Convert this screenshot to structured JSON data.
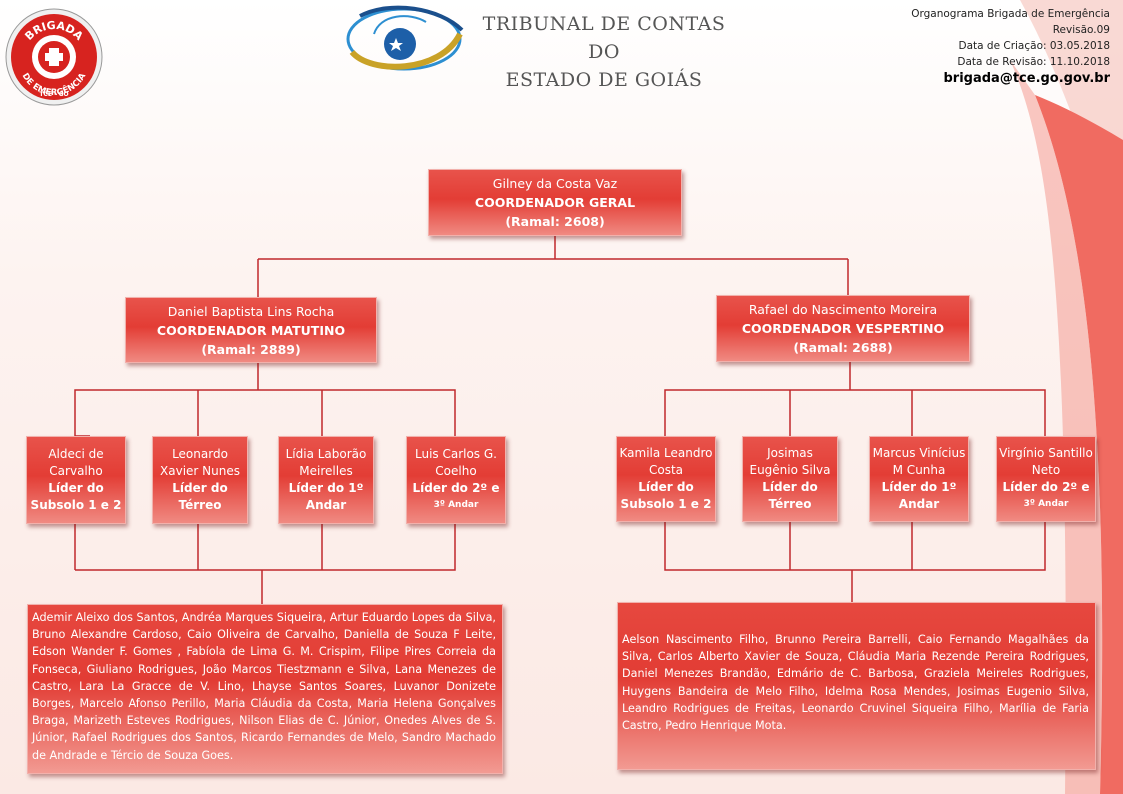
{
  "header": {
    "doc_title": "Organograma Brigada de Emergência",
    "revision": "Revisão.09",
    "created": "Data de Criação: 03.05.2018",
    "revised": "Data de Revisão: 11.10.2018",
    "email": "brigada@tce.go.gov.br"
  },
  "logo_brigada": {
    "top": "BRIGADA",
    "bottom": "DE EMERGÊNCIA",
    "mark": "TCE - GO"
  },
  "tribunal": {
    "line1": "TRIBUNAL DE CONTAS DO",
    "line2": "ESTADO DE GOIÁS"
  },
  "colors": {
    "box": "#e33d35",
    "line": "#c0282c",
    "accent_band": "#f06b61"
  },
  "general": {
    "name": "Gilney da Costa Vaz",
    "role": "COORDENADOR GERAL",
    "ramal": "(Ramal: 2608)"
  },
  "morning": {
    "coordinator": {
      "name": "Daniel Baptista Lins Rocha",
      "role": "COORDENADOR MATUTINO",
      "ramal": "(Ramal: 2889)"
    },
    "leaders": [
      {
        "name": "Aldeci de Carvalho",
        "role": "Líder do Subsolo 1 e 2"
      },
      {
        "name": "Leonardo Xavier Nunes",
        "role": "Líder do Térreo"
      },
      {
        "name": "Lídia Laborão Meirelles",
        "role": "Líder do 1º Andar"
      },
      {
        "name": "Luis Carlos G. Coelho",
        "role_a": "Líder do 2º e",
        "role_b": "3º Andar"
      }
    ],
    "members": "Ademir Aleixo dos Santos, Andréa Marques Siqueira, Artur Eduardo Lopes da Silva, Bruno Alexandre Cardoso, Caio Oliveira de Carvalho, Daniella de Souza F Leite, Edson Wander F. Gomes , Fabíola de Lima G. M. Crispim, Filipe Pires Correia da Fonseca, Giuliano Rodrigues, João Marcos Tiestzmann e Silva, Lana Menezes de Castro, Lara La Gracce de V. Lino, Lhayse Santos Soares, Luvanor Donizete Borges, Marcelo Afonso Perillo, Maria Cláudia da Costa, Maria Helena Gonçalves Braga, Marizeth Esteves Rodrigues, Nilson Elias de C. Júnior, Onedes Alves de S. Júnior, Rafael Rodrigues dos Santos, Ricardo Fernandes de Melo, Sandro Machado de Andrade e Tércio de Souza Goes."
  },
  "afternoon": {
    "coordinator": {
      "name": "Rafael do Nascimento Moreira",
      "role": "COORDENADOR VESPERTINO",
      "ramal": "(Ramal: 2688)"
    },
    "leaders": [
      {
        "name": "Kamila Leandro Costa",
        "role": "Líder do Subsolo 1 e 2"
      },
      {
        "name": "Josimas Eugênio Silva",
        "role": "Líder do Térreo"
      },
      {
        "name": "Marcus Vinícius M Cunha",
        "role": "Líder do 1º Andar"
      },
      {
        "name": "Virgínio Santillo Neto",
        "role_a": "Líder do 2º e",
        "role_b": "3º Andar"
      }
    ],
    "members": "Aelson Nascimento Filho, Brunno Pereira Barrelli, Caio Fernando Magalhães da Silva, Carlos Alberto Xavier de Souza, Cláudia Maria Rezende Pereira Rodrigues, Daniel Menezes Brandão, Edmário de C. Barbosa, Graziela Meireles Rodrigues, Huygens Bandeira de Melo Filho, Idelma Rosa Mendes, Josimas Eugenio Silva, Leandro Rodrigues de Freitas, Leonardo Cruvinel Siqueira Filho, Marília de Faria Castro, Pedro Henrique Mota."
  }
}
